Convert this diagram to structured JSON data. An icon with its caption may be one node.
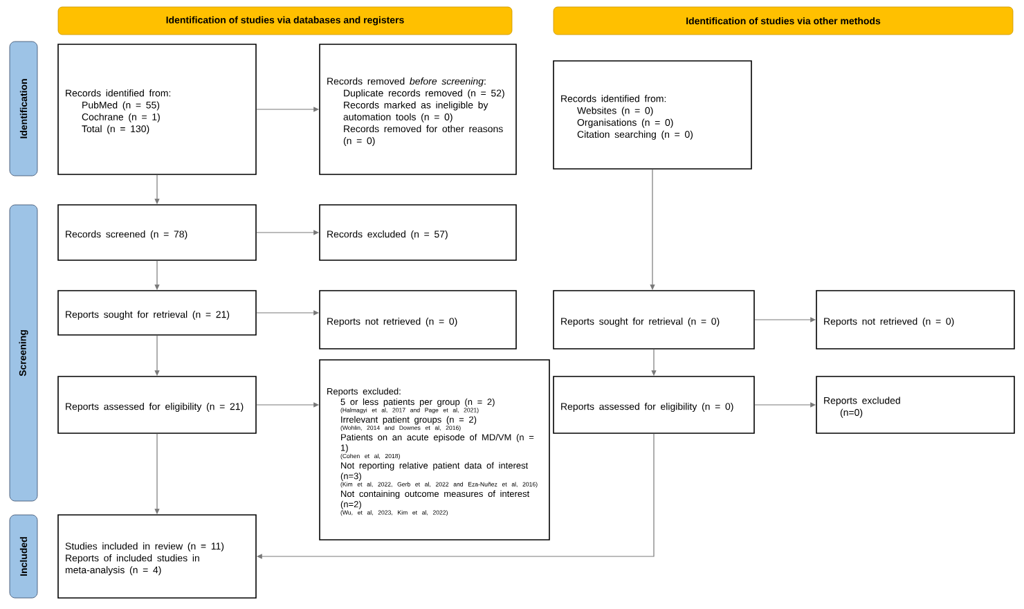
{
  "diagram": {
    "nodes": [
      {
        "text": [
          "Identification of studies via databases and registers"
        ]
      },
      {
        "text": [
          "Identification of studies via other methods"
        ]
      },
      {
        "text": [
          "Identification"
        ]
      },
      {
        "text": [
          "Screening"
        ]
      },
      {
        "text": [
          "Included"
        ]
      },
      {
        "text": [
          "Records identified from:",
          "PubMed (n = 55)",
          "Cochrane (n = 1)",
          "Total (n = 130)"
        ]
      },
      {
        "text": [
          "Records removed *before screening*:",
          "Duplicate records removed (n = 52)",
          "Records marked as ineligible by automation tools (n = 0)",
          "Records removed for other reasons (n = 0)"
        ]
      },
      {
        "text": [
          "Records identified from:",
          "Websites (n = 0)",
          "Organisations (n = 0)",
          "Citation searching (n = 0)"
        ]
      },
      {
        "text": [
          "Records screened (n = 78)"
        ]
      },
      {
        "text": [
          "Records excluded (n = 57)"
        ]
      },
      {
        "text": [
          "Reports sought for retrieval (n = 21)"
        ]
      },
      {
        "text": [
          "Reports not retrieved (n = 0)"
        ]
      },
      {
        "text": [
          "Reports sought for retrieval (n = 0)"
        ]
      },
      {
        "text": [
          "Reports not retrieved (n = 0)"
        ]
      },
      {
        "text": [
          "Reports assessed for eligibility (n = 21)"
        ]
      },
      {
        "text": [
          "Reports excluded:",
          "5 or less patients per group (n = 2)",
          "(Halmagyi et al, 2017 and Page et al, 2021)",
          "Irrelevant patient groups (n = 2)",
          "(Wohlin, 2014 and Downes et al, 2016)",
          "Patients on an acute episode of MD/VM (n = 1)",
          "(Cohen et al, 2018)",
          "Not reporting relative patient data of interest (n=3)",
          "(Kim et al, 2022, Gerb et al, 2022 and Eza-Nuñez et al, 2016)",
          "Not containing outcome measures of interest (n=2)",
          "(Wu, et al, 2023, Kim et al, 2022)"
        ]
      },
      {
        "text": [
          "Reports assessed for eligibility (n = 0)"
        ]
      },
      {
        "text": [
          "Reports excluded",
          "(n=0)"
        ]
      },
      {
        "text": [
          "Studies included in review (n = 11)",
          "Reports of included studies in meta-analysis (n = 4)"
        ]
      }
    ],
    "edges": [
      {
        "from": 5,
        "to": 6,
        "arrow": "to"
      },
      {
        "from": 5,
        "to": 8,
        "arrow": "to"
      },
      {
        "from": 8,
        "to": 9,
        "arrow": "to"
      },
      {
        "from": 8,
        "to": 10,
        "arrow": "to"
      },
      {
        "from": 10,
        "to": 11,
        "arrow": "to"
      },
      {
        "from": 10,
        "to": 14,
        "arrow": "to"
      },
      {
        "from": 14,
        "to": 15,
        "arrow": "to"
      },
      {
        "from": 14,
        "to": 18,
        "arrow": "to"
      },
      {
        "from": 7,
        "to": 12,
        "arrow": "to"
      },
      {
        "from": 12,
        "to": 13,
        "arrow": "to"
      },
      {
        "from": 12,
        "to": 16,
        "arrow": "to"
      },
      {
        "from": 16,
        "to": 17,
        "arrow": "to"
      },
      {
        "from": 16,
        "to": 18,
        "arrow": "to"
      }
    ]
  }
}
